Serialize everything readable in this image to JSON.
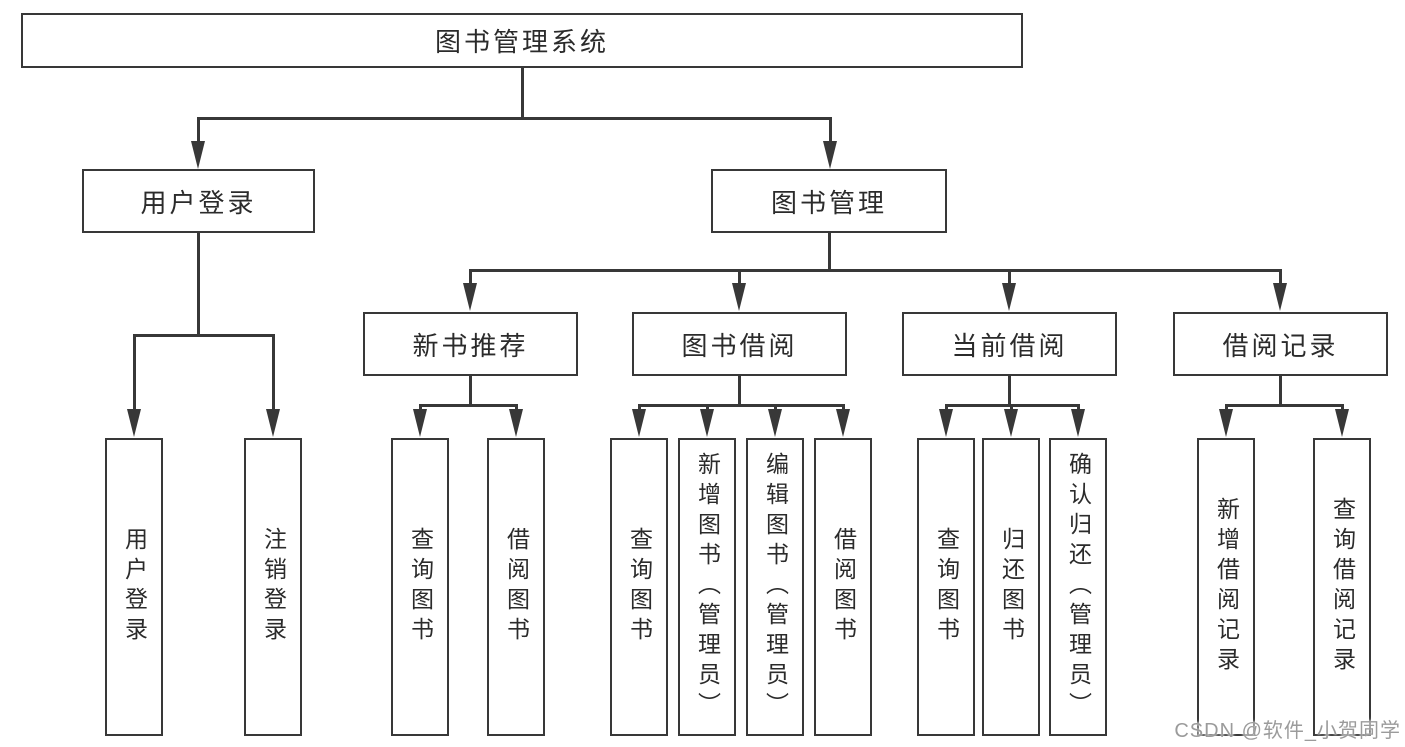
{
  "colors": {
    "line": "#383838",
    "text": "#2b2b2b",
    "watermark": "#9b9b9b"
  },
  "root": {
    "label": "图书管理系统"
  },
  "level2": [
    {
      "label": "用户登录"
    },
    {
      "label": "图书管理"
    }
  ],
  "level3": [
    {
      "label": "新书推荐"
    },
    {
      "label": "图书借阅"
    },
    {
      "label": "当前借阅"
    },
    {
      "label": "借阅记录"
    }
  ],
  "leaves": {
    "user_login": [
      "用户登录",
      "注销登录"
    ],
    "new_books": [
      "查询图书",
      "借阅图书"
    ],
    "book_borrow": [
      "查询图书",
      "新增图书（管理员）",
      "编辑图书（管理员）",
      "借阅图书"
    ],
    "current_borrow": [
      "查询图书",
      "归还图书",
      "确认归还（管理员）"
    ],
    "borrow_records": [
      "新增借阅记录",
      "查询借阅记录"
    ]
  },
  "watermark": {
    "text": "CSDN @软件_小贺同学"
  }
}
